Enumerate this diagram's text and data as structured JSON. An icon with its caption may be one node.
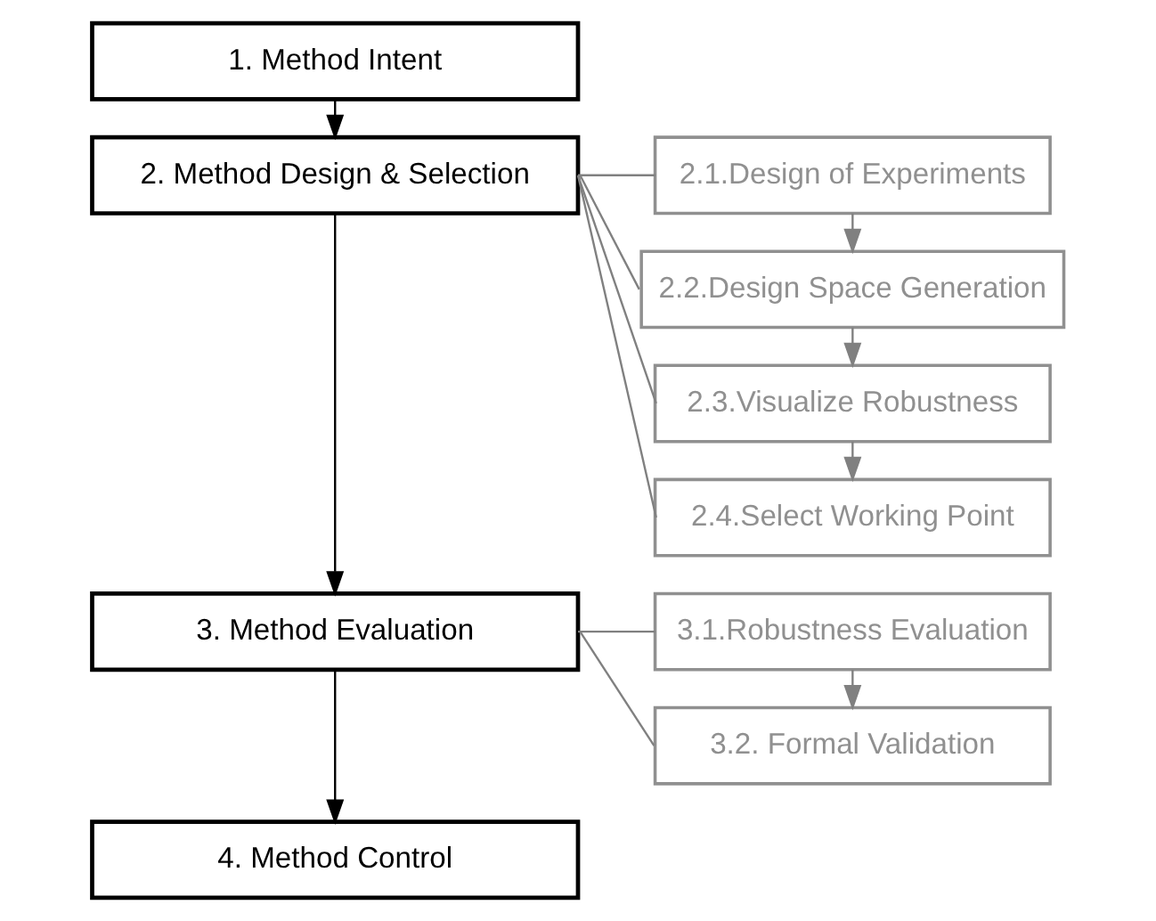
{
  "diagram": {
    "nodes": [
      {
        "text": [
          "1. Method Intent"
        ]
      },
      {
        "text": [
          "2. Method Design & Selection"
        ]
      },
      {
        "text": [
          "2.1.Design of Experiments"
        ]
      },
      {
        "text": [
          "2.2.Design Space Generation"
        ]
      },
      {
        "text": [
          "2.3.Visualize Robustness"
        ]
      },
      {
        "text": [
          "2.4.Select Working Point"
        ]
      },
      {
        "text": [
          "3. Method Evaluation"
        ]
      },
      {
        "text": [
          "3.1.Robustness Evaluation"
        ]
      },
      {
        "text": [
          "3.2. Formal Validation"
        ]
      },
      {
        "text": [
          "4. Method Control"
        ]
      }
    ],
    "edges": [
      {
        "from": 0,
        "to": 1,
        "arrow": "to",
        "color": "#000000"
      },
      {
        "from": 1,
        "to": 6,
        "arrow": "to",
        "color": "#000000"
      },
      {
        "from": 6,
        "to": 9,
        "arrow": "to",
        "color": "#000000"
      },
      {
        "from": 1,
        "to": 2,
        "arrow": "none"
      },
      {
        "from": 1,
        "to": 3,
        "arrow": "none"
      },
      {
        "from": 1,
        "to": 4,
        "arrow": "none"
      },
      {
        "from": 1,
        "to": 5,
        "arrow": "none"
      },
      {
        "from": 2,
        "to": 3,
        "arrow": "to"
      },
      {
        "from": 3,
        "to": 4,
        "arrow": "to"
      },
      {
        "from": 4,
        "to": 5,
        "arrow": "to"
      },
      {
        "from": 6,
        "to": 7,
        "arrow": "none"
      },
      {
        "from": 6,
        "to": 8,
        "arrow": "none"
      },
      {
        "from": 7,
        "to": 8,
        "arrow": "to"
      }
    ]
  }
}
